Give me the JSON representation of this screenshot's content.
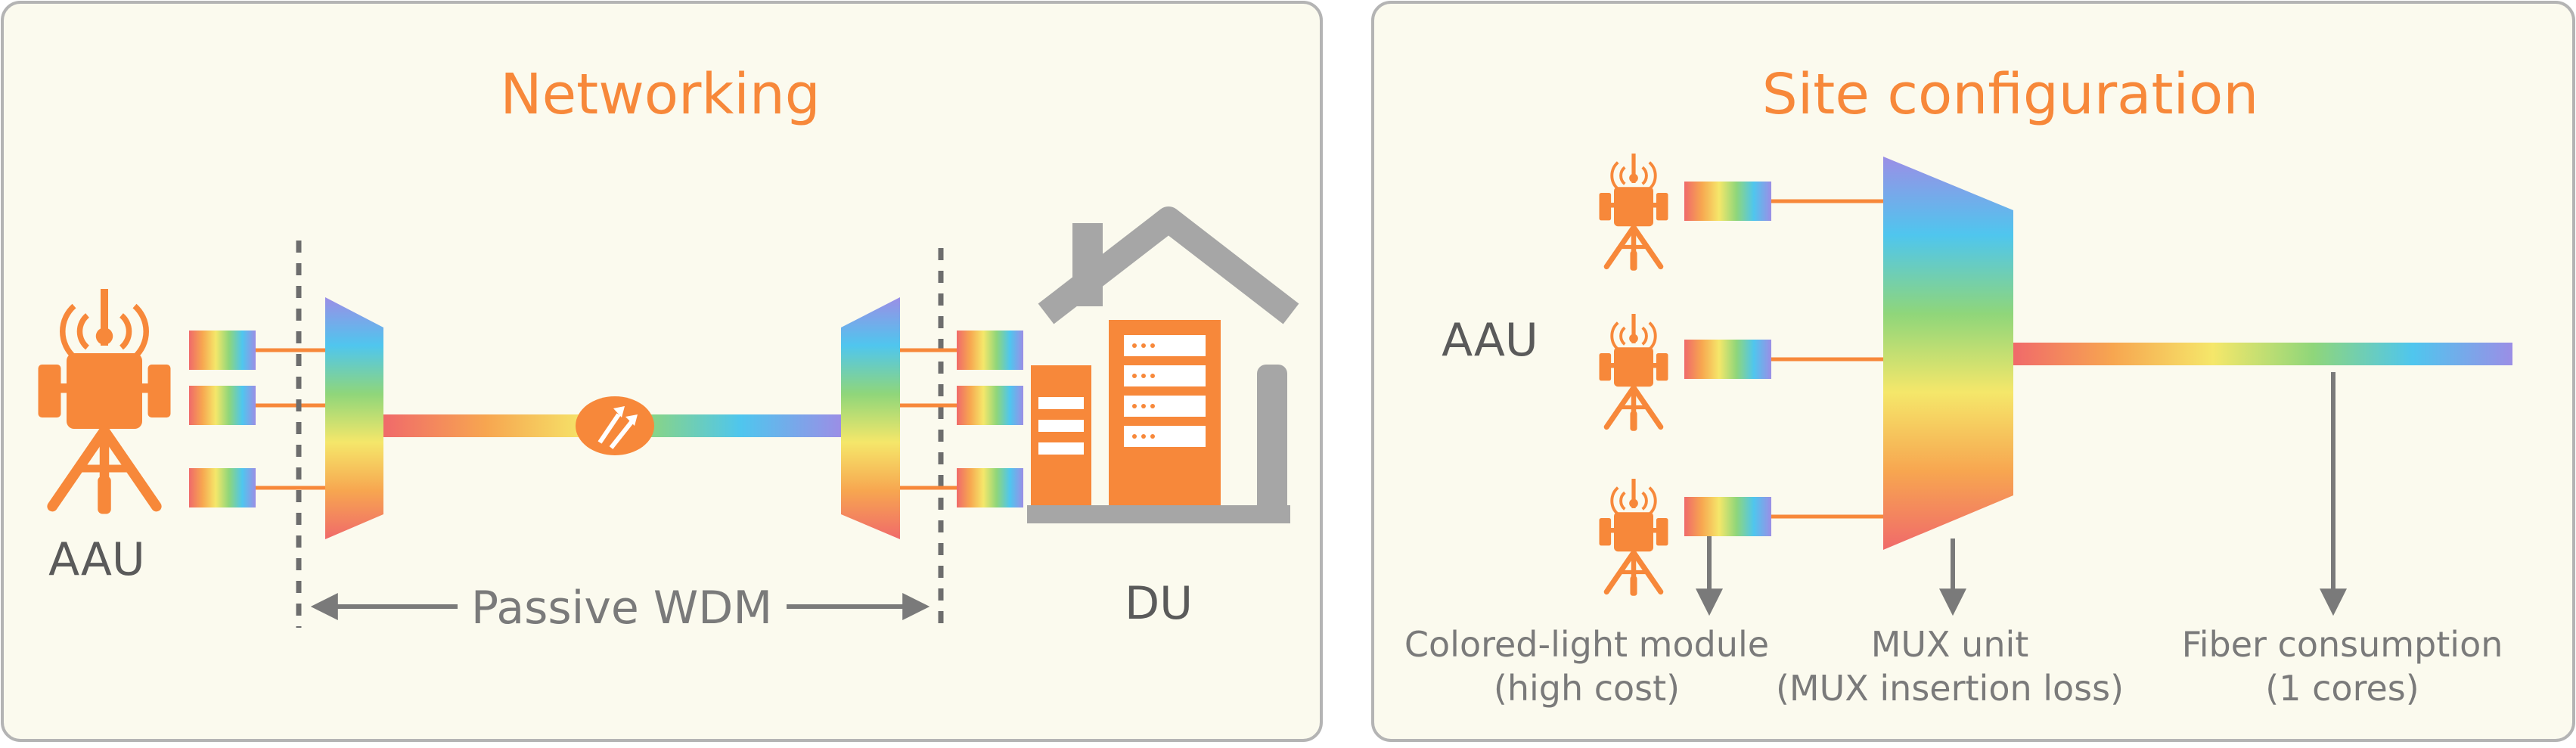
{
  "colors": {
    "orange": "#f7883a",
    "panel_bg": "#fbfaee",
    "panel_border": "#b4b4b4",
    "gray": "#7a7a7a",
    "dark_gray": "#5a5a5a",
    "house_gray": "#a6a6a6"
  },
  "networking": {
    "title": "Networking",
    "aau_label": "AAU",
    "du_label": "DU",
    "wdm_label": "Passive WDM",
    "icons": [
      "aau-antenna-icon",
      "colored-light-module-icon",
      "wdm-mux-icon",
      "optical-amplifier-icon",
      "du-house-icon",
      "server-rack-icon"
    ]
  },
  "site": {
    "title": "Site configuration",
    "aau_label": "AAU",
    "callouts": [
      {
        "line1": "Colored-light module",
        "line2": "(high cost)"
      },
      {
        "line1": "MUX unit",
        "line2": "(MUX insertion loss)"
      },
      {
        "line1": "Fiber consumption",
        "line2": "(1 cores)"
      }
    ]
  }
}
